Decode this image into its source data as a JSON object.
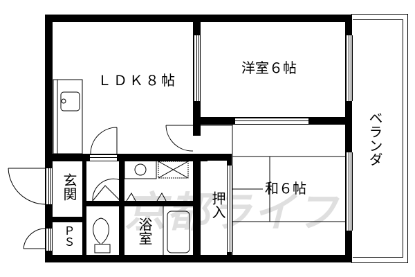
{
  "floorplan": {
    "rooms": {
      "ldk": {
        "label": "ＬＤＫ８帖",
        "type": "living-dining-kitchen",
        "size_jo": 8
      },
      "western": {
        "label": "洋室６帖",
        "type": "western-room",
        "size_jo": 6
      },
      "japanese": {
        "label": "和６帖",
        "type": "japanese-room",
        "size_jo": 6
      },
      "veranda": {
        "label": "ベランダ",
        "type": "balcony"
      },
      "entrance": {
        "label": "玄関",
        "type": "entrance"
      },
      "ps": {
        "label": "ＰＳ",
        "type": "pipe-space"
      },
      "bath": {
        "label": "浴室",
        "type": "bathroom"
      },
      "closet": {
        "label": "押入",
        "type": "closet"
      }
    },
    "watermark": "京都ライフ",
    "colors": {
      "wall": "#000000",
      "background": "#ffffff",
      "watermark": "#c8c8c8"
    }
  }
}
